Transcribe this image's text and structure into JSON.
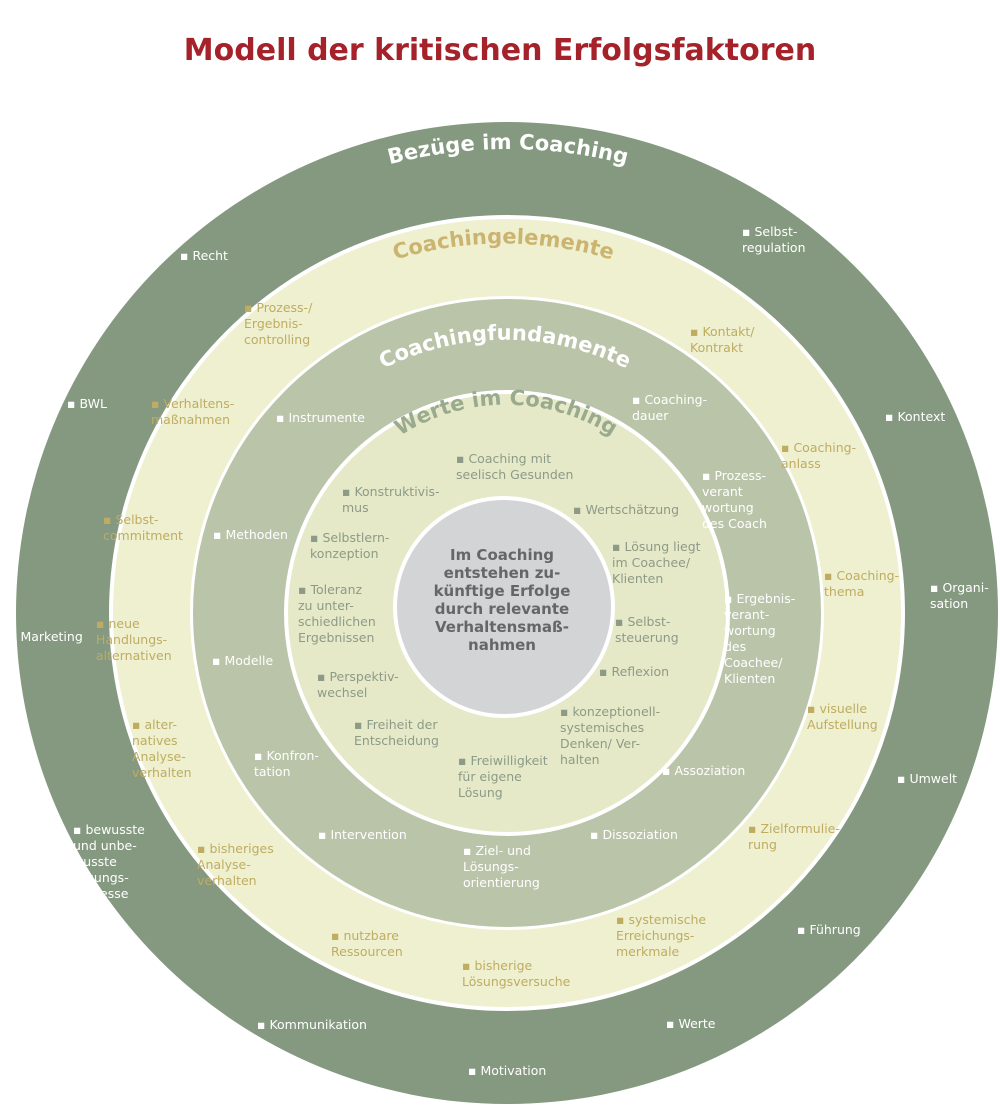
{
  "title": "Modell der kritischen Erfolgsfaktoren",
  "colors": {
    "title": "#a5222a",
    "outer_ring": "#849980",
    "elements_ring": "#eef0d0",
    "fundamente_ring": "#b9c4a9",
    "werte_ring": "#e6e9c8",
    "center": "#d3d4d6",
    "separator": "#ffffff",
    "outer_text": "#ffffff",
    "elements_text": "#bfac61",
    "elements_heading": "#cbb46f",
    "fundamente_text": "#ffffff",
    "werte_text": "#8c9a87",
    "werte_heading": "#9aaa8e",
    "center_text": "#666666"
  },
  "rings": {
    "outer": {
      "heading": "Bezüge im Coaching",
      "items": [
        "Recht",
        "Selbst-\nregulation",
        "BWL",
        "Kontext",
        "Marketing",
        "Organi-\nsation",
        "Umwelt",
        "bewusste\nund unbe-\nwusste\nLösungs-\nprozesse",
        "Führung",
        "Kommunikation",
        "Werte",
        "Motivation"
      ]
    },
    "elements": {
      "heading": "Coachingelemente",
      "items": [
        "Prozess-/\nErgebnis-\ncontrolling",
        "Kontakt/\nKontrakt",
        "Verhaltens-\nmaßnahmen",
        "Coaching-\nanlass",
        "Selbst-\ncommitment",
        "Coaching-\nthema",
        "neue\nHandlungs-\nalternativen",
        "alter-\nnatives\nAnalyse-\nverhalten",
        "visuelle\nAufstellung",
        "Zielformulie-\nrung",
        "bisheriges\nAnalyse-\nverhalten",
        "systemische\nErreichungs-\nmerkmale",
        "nutzbare\nRessourcen",
        "bisherige\nLösungsversuche"
      ]
    },
    "fundamente": {
      "heading": "Coachingfundamente",
      "items": [
        "Instrumente",
        "Coaching-\ndauer",
        "Prozess-\nverant\nwortung\ndes Coach",
        "Methoden",
        "Ergebnis-\nverant-\nwortung\ndes\nCoachee/\nKlienten",
        "Modelle",
        "Konfron-\ntation",
        "Assoziation",
        "Intervention",
        "Dissoziation",
        "Ziel- und\nLösungs-\norientierung"
      ]
    },
    "werte": {
      "heading": "Werte im Coaching",
      "items": [
        "Coaching mit\nseelisch Gesunden",
        "Konstruktivis-\nmus",
        "Wertschätzung",
        "Selbstlern-\nkonzeption",
        "Lösung liegt\nim Coachee/\nKlienten",
        "Toleranz\nzu unter-\nschiedlichen\nErgebnissen",
        "Selbst-\nsteuerung",
        "Perspektiv-\nwechsel",
        "Reflexion",
        "Freiheit der\nEntscheidung",
        "konzeptionell-\nsystemisches\nDenken/ Ver-\nhalten",
        "Freiwilligkeit\nfür eigene\nLösung"
      ]
    }
  },
  "center": "Im Coaching\nentstehen zu-\nkünftige Erfolge\ndurch relevante\nVerhaltensmaß-\nnahmen"
}
